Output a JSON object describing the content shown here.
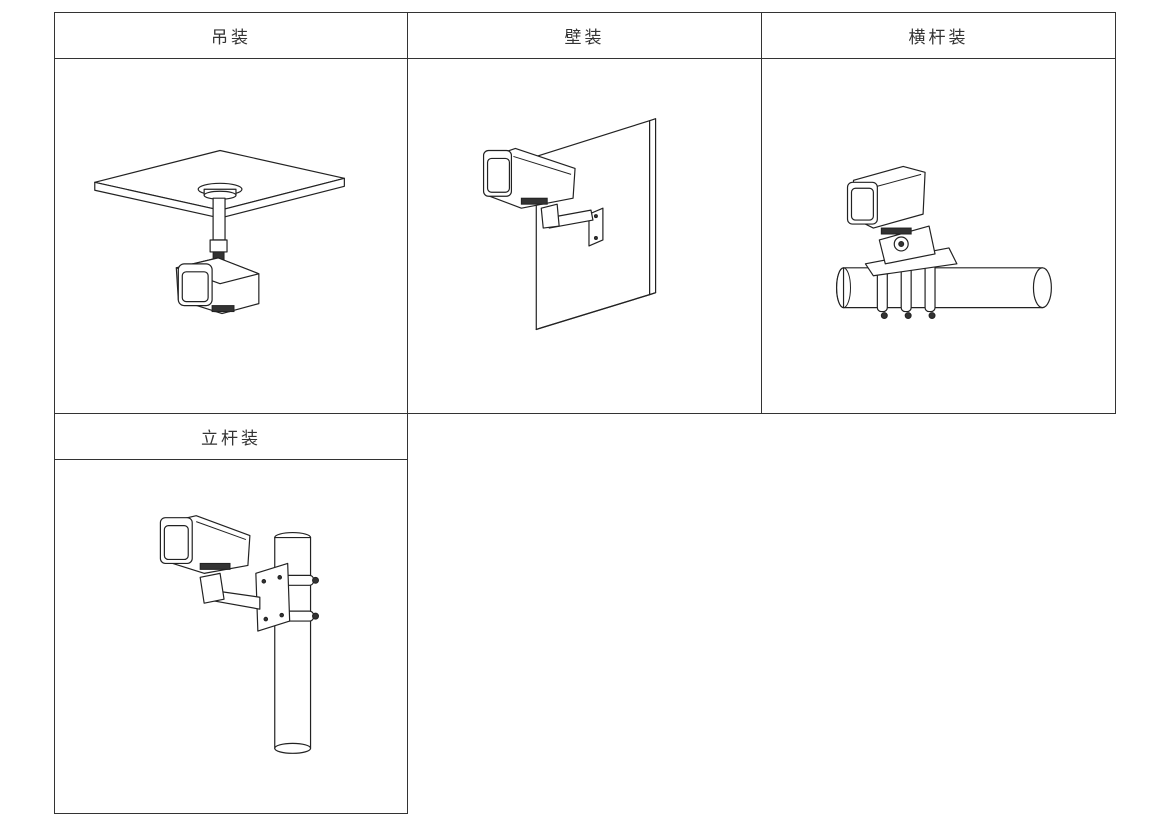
{
  "mount_table": {
    "cells": [
      {
        "label": "吊装"
      },
      {
        "label": "壁装"
      },
      {
        "label": "横杆装"
      },
      {
        "label": "立杆装"
      }
    ]
  }
}
